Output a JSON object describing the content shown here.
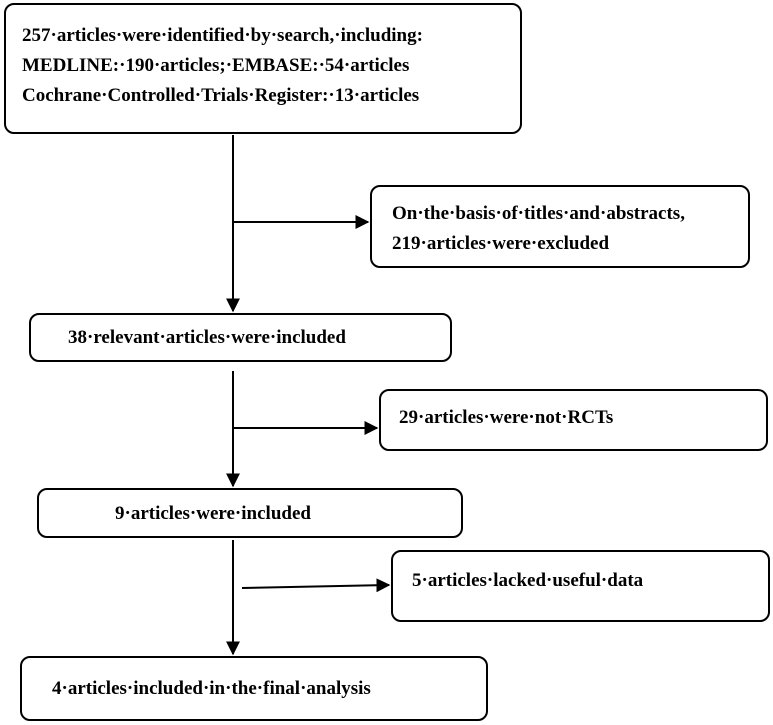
{
  "flowchart": {
    "search_box": {
      "line1": "257·articles·were·identified·by·search,·including:",
      "line2": "MEDLINE:·190·articles;·EMBASE:·54·articles",
      "line3": "Cochrane·Controlled·Trials·Register:·13·articles"
    },
    "excluded_titles_box": {
      "line1": "On·the·basis·of·titles·and·abstracts,",
      "line2": "219·articles·were·excluded"
    },
    "relevant_box": {
      "line1": "38·relevant·articles·were·included"
    },
    "not_rct_box": {
      "line1": "29·articles·were·not·RCTs"
    },
    "nine_included_box": {
      "line1": "9·articles·were·included"
    },
    "lacked_data_box": {
      "line1": "5·articles·lacked·useful·data"
    },
    "final_box": {
      "line1": "4·articles·included·in·the·final·analysis"
    }
  },
  "colors": {
    "line": "#000000",
    "box_border": "#000000",
    "background": "#ffffff"
  }
}
